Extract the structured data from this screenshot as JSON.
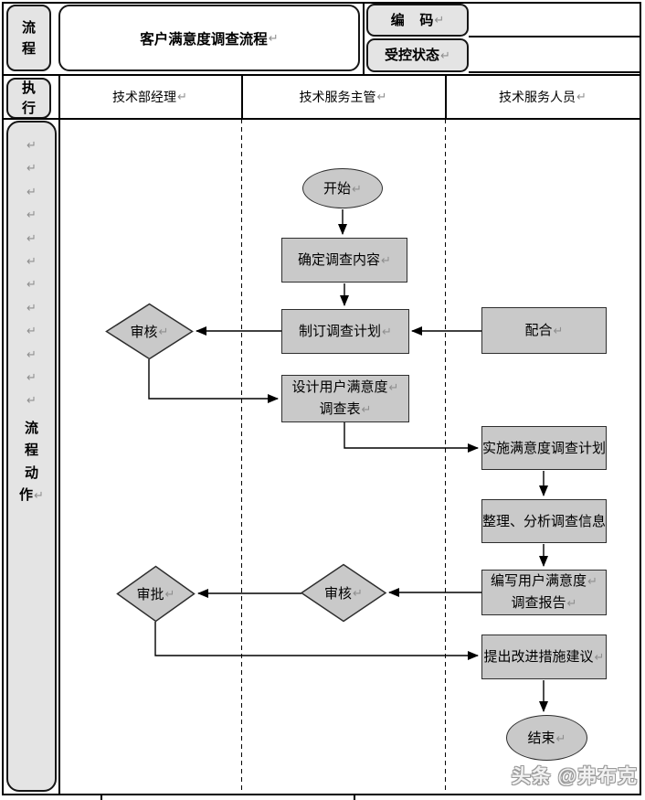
{
  "glyphs": {
    "return_mark": "↵"
  },
  "header": {
    "process_label_chars": [
      "流",
      "程"
    ],
    "title": "客户满意度调查流程",
    "code_label": "编    码",
    "controlled_label": "受控状态",
    "execute_label_chars": [
      "执",
      "行"
    ],
    "columns": [
      "技术部经理",
      "技术服务主管",
      "技术服务人员"
    ]
  },
  "sidebar": {
    "label_chars": [
      "流",
      "程",
      "动",
      "作"
    ]
  },
  "flow": {
    "nodes": {
      "start": {
        "label": "开始"
      },
      "define_content": {
        "label": "确定调查内容"
      },
      "make_plan": {
        "label": "制订调查计划"
      },
      "review1": {
        "label": "审核"
      },
      "cooperate": {
        "label": "配合"
      },
      "design_form": {
        "line1": "设计用户满意度",
        "line2": "调查表"
      },
      "implement": {
        "label": "实施满意度调查计划"
      },
      "analyze": {
        "label": "整理、分析调查信息"
      },
      "write_report": {
        "line1": "编写用户满意度",
        "line2": "调查报告"
      },
      "propose": {
        "label": "提出改进措施建议"
      },
      "approve": {
        "label": "审批"
      },
      "review2": {
        "label": "审核"
      },
      "end": {
        "label": "结束"
      }
    }
  },
  "watermark": "头条 @弗布克",
  "colors": {
    "node_fill": "#c9c9c9",
    "label_box_fill": "#e4e4e4",
    "border": "#161616",
    "return_mark_gray": "#8f8f8f",
    "watermark_gray": "#9a9a9a"
  }
}
